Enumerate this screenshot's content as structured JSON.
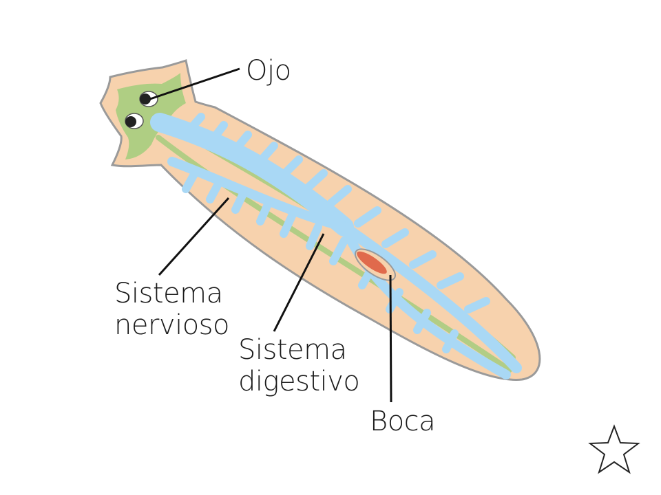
{
  "labels": {
    "eye": "Ojo",
    "nervous_line1": "Sistema",
    "nervous_line2": "nervioso",
    "digestive_line1": "Sistema",
    "digestive_line2": "digestivo",
    "mouth": "Boca"
  },
  "colors": {
    "body": "#f7d2ad",
    "outline": "#9a9a9a",
    "head_nerve": "#a6cd7e",
    "digestive": "#a9d8f5",
    "pharynx": "#e06a4c",
    "leader": "#111111"
  },
  "icons": {
    "star": "star-outline-icon"
  }
}
